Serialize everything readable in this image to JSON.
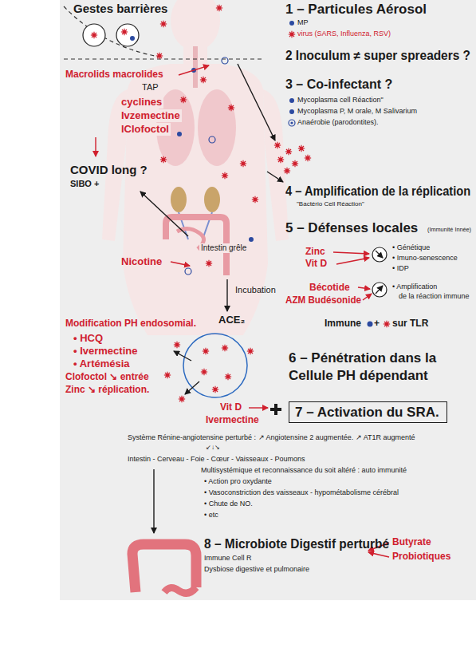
{
  "diagram": {
    "nodes": [
      {
        "text": [
          "7 – Activation du SRA."
        ]
      }
    ],
    "labels": [
      "Gestes barrières",
      "1 – Particules Aérosol",
      "MP",
      "virus (SARS, Influenza, RSV)",
      "2 Inoculum ≠ super spreaders ?",
      "Macrolids macrolides",
      "TAP",
      "3 – Co-infectant ?",
      "Mycoplasma cell Réaction\"",
      "Mycoplasma P, M orale, M Salivarium",
      "Anaérobie (parodontites).",
      "cyclines",
      "Ivzemectine",
      "lClofoctol",
      "COVID long ?",
      "SIBO +",
      "4 – Amplification de la réplication",
      "\"Bactério Cell Réaction\"",
      "5 – Défenses locales",
      "(Immunité Innée)",
      "Zinc",
      "Vit D",
      "• Génétique",
      "• Imuno-senescence",
      "• IDP",
      "Intestin grêle",
      "Nicotine",
      "Incubation",
      "Bécotide",
      "AZM Budésonide",
      "• Amplification",
      "de la réaction immune",
      "Modification PH endosomial.",
      "ACE₂",
      "Immune",
      "+",
      "sur TLR",
      "• HCQ",
      "• Ivermectine",
      "• Artémésia",
      "Clofoctol ↘ entrée",
      "Zinc ↘ réplication.",
      "6 – Pénétration dans la Cellule PH dépendant",
      "Vit D",
      "Ivermectine",
      "Système Rénine-angiotensine perturbé : ↗ Angiotensine 2 augmentée. ↗ AT1R augmenté",
      "↙↓↘",
      "Intestin - Cerveau - Foie - Cœur - Vaisseaux - Poumons",
      "Multisystémique et reconnaissance du soit altéré : auto immunité",
      "• Action pro oxydante",
      "• Vasoconstriction des vaisseaux - hypométabolisme cérébral",
      "• Chute de NO.",
      "• etc",
      "8 – Microbiote Digestif perturbé",
      "Butyrate",
      "Probiotiques",
      "Immune Cell R",
      "Dysbiose digestive et pulmonaire"
    ]
  }
}
